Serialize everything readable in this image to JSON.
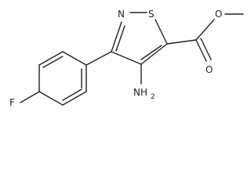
{
  "atoms": {
    "fluorine": "F",
    "nitrogen_ring": "N",
    "sulfur_ring": "S",
    "oxygen_carbonyl": "O",
    "oxygen_ester": "O",
    "amino_n": "NH",
    "amino_sub": "2"
  }
}
